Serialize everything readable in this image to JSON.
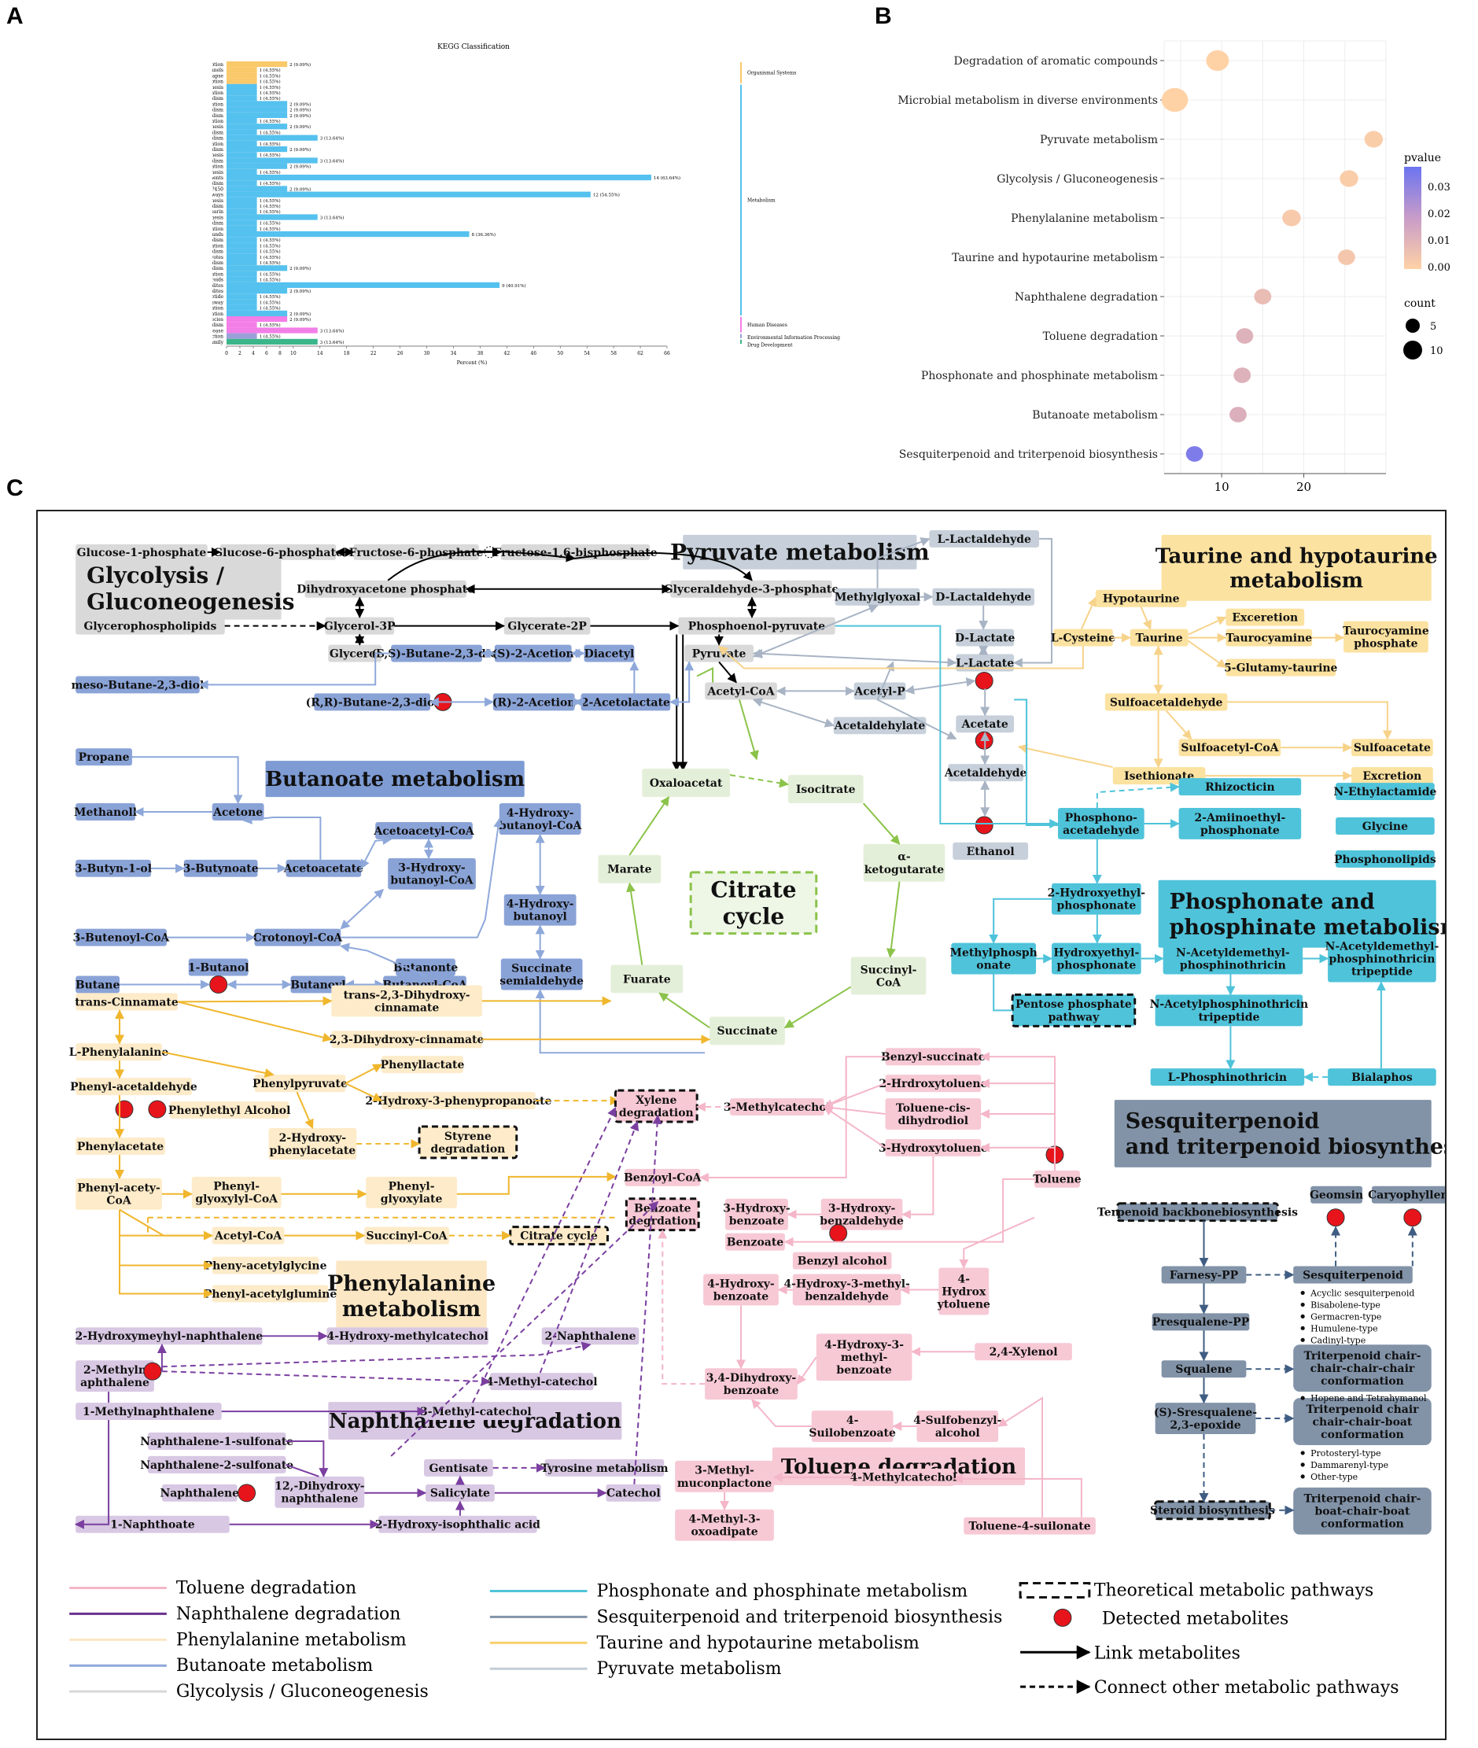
{
  "panels": {
    "a": "A",
    "b": "B",
    "c": "C"
  },
  "chart_data": [
    {
      "type": "bar",
      "orientation": "horizontal",
      "title": "KEGG Classification",
      "xlabel": "Percent (%)",
      "xticks": [
        "0",
        "2",
        "4",
        "6",
        "8",
        "10",
        "14",
        "18",
        "22",
        "26",
        "30",
        "34",
        "38",
        "42",
        "46",
        "50",
        "54",
        "58",
        "62",
        "66"
      ],
      "groups": [
        {
          "name": "Organismal Systems",
          "color": "#F9C96A"
        },
        {
          "name": "Metabolism",
          "color": "#55C1EE"
        },
        {
          "name": "Human Diseases",
          "color": "#F27EE8"
        },
        {
          "name": "Environmental Information Processing",
          "color": "#9AA0D8"
        },
        {
          "name": "Drug Development",
          "color": "#3BB58A"
        }
      ],
      "categories": [
        "Protein digestion and absorption",
        "Inflammatory mediator regulation of TRP channels",
        "Cholinergic synapse",
        "Carbohydrate digestion and absorption",
        "Zeatin biosynthesis",
        "Xylene degradation",
        "Tryptophan metabolism",
        "Toluene degradation",
        "Taurine and hypotaurine metabolism",
        "Sulfur metabolism",
        "Styrene degradation",
        "Sesquiterpenoid and triterpenoid biosynthesis",
        "Riboflavin metabolism",
        "Pyruvate metabolism",
        "Pinene, camphor and geraniol degradation",
        "Phosphonate and phosphinate metabolism",
        "Phenylpropanoid biosynthesis",
        "Phenylalanine metabolism",
        "Naphthalene degradation",
        "Monoterpenoid biosynthesis",
        "Microbial metabolism in diverse environments",
        "Methane metabolism",
        "Metabolism of xenobiotics by cytochrome P450",
        "Metabolic pathways",
        "Indole alkaloid biosynthesis",
        "Glyoxylate and dicarboxylate metabolism",
        "Glycosaminoglycan biosynthesis - heparan sulfate / heparin",
        "Glycolysis / Gluconeogenesis",
        "Glycerophospholipid metabolism",
        "Dioxin degradation",
        "Degradation of aromatic compounds",
        "D-Amino acid metabolism",
        "Chloroalkane and chloroalkene degradation",
        "Carbon metabolism",
        "Carbon fixation pathways in prokaryotes",
        "C5-Branched dibasic acid metabolism",
        "Butanoate metabolism",
        "Bisphenol degradation",
        "Biosynthesis of terpenoids and steroids",
        "Biosynthesis of secondary metabolites",
        "Biosynthesis of plant secondary metabolites",
        "Biosynthesis of alkaloids derived from terpenoid and polyketide",
        "Biosynthesis of alkaloids derived from shikimate pathway",
        "Benzoate degradation",
        "Aminobenzoate degradation",
        "Chemical carcinogenesis - reactive oxygen species",
        "Alcoholism",
        "Alcoholic liver disease",
        "Neuroactive ligand-receptor interaction",
        "Naphthalene family"
      ],
      "values": [
        9.09,
        4.55,
        4.55,
        4.55,
        4.55,
        4.55,
        4.55,
        9.09,
        9.09,
        9.09,
        4.55,
        9.09,
        4.55,
        13.64,
        4.55,
        9.09,
        4.55,
        13.64,
        9.09,
        4.55,
        63.64,
        4.55,
        9.09,
        54.55,
        4.55,
        4.55,
        4.55,
        13.64,
        4.55,
        4.55,
        36.36,
        4.55,
        4.55,
        4.55,
        4.55,
        4.55,
        9.09,
        4.55,
        4.55,
        40.91,
        9.09,
        4.55,
        4.55,
        4.55,
        9.09,
        9.09,
        4.55,
        13.64,
        4.55,
        13.64
      ],
      "labels": [
        "2 (9.09%)",
        "1 (4.55%)",
        "1 (4.55%)",
        "1 (4.55%)",
        "1 (4.55%)",
        "1 (4.55%)",
        "1 (4.55%)",
        "2 (9.09%)",
        "2 (9.09%)",
        "2 (9.09%)",
        "1 (4.55%)",
        "2 (9.09%)",
        "1 (4.55%)",
        "3 (13.64%)",
        "1 (4.55%)",
        "2 (9.09%)",
        "1 (4.55%)",
        "3 (13.64%)",
        "2 (9.09%)",
        "1 (4.55%)",
        "14 (63.64%)",
        "1 (4.55%)",
        "2 (9.09%)",
        "12 (54.55%)",
        "1 (4.55%)",
        "1 (4.55%)",
        "1 (4.55%)",
        "3 (13.64%)",
        "1 (4.55%)",
        "1 (4.55%)",
        "8 (36.36%)",
        "1 (4.55%)",
        "1 (4.55%)",
        "1 (4.55%)",
        "1 (4.55%)",
        "1 (4.55%)",
        "2 (9.09%)",
        "1 (4.55%)",
        "1 (4.55%)",
        "9 (40.91%)",
        "2 (9.09%)",
        "1 (4.55%)",
        "1 (4.55%)",
        "1 (4.55%)",
        "2 (9.09%)",
        "2 (9.09%)",
        "1 (4.55%)",
        "3 (13.64%)",
        "1 (4.55%)",
        "3 (13.64%)"
      ],
      "group_index": [
        0,
        0,
        0,
        0,
        1,
        1,
        1,
        1,
        1,
        1,
        1,
        1,
        1,
        1,
        1,
        1,
        1,
        1,
        1,
        1,
        1,
        1,
        1,
        1,
        1,
        1,
        1,
        1,
        1,
        1,
        1,
        1,
        1,
        1,
        1,
        1,
        1,
        1,
        1,
        1,
        1,
        1,
        1,
        1,
        1,
        2,
        2,
        2,
        3,
        4
      ],
      "xlim": [
        0,
        66
      ]
    },
    {
      "type": "scatter",
      "categories": [
        "Degradation of aromatic compounds",
        "Microbial metabolism in diverse environments",
        "Pyruvate metabolism",
        "Glycolysis / Gluconeogenesis",
        "Phenylalanine metabolism",
        "Taurine and hypotaurine metabolism",
        "Naphthalene degradation",
        "Toluene degradation",
        "Phosphonate and phosphinate metabolism",
        "Butanoate metabolism",
        "Sesquiterpenoid and triterpenoid biosynthesis"
      ],
      "x": [
        9.5,
        4.3,
        28.5,
        25.5,
        18.5,
        25.2,
        15.0,
        12.8,
        12.5,
        12.0,
        6.7
      ],
      "count": [
        8,
        14,
        3,
        3,
        3,
        2,
        2,
        2,
        2,
        2,
        2
      ],
      "pvalue": [
        0.0,
        0.0,
        0.002,
        0.002,
        0.003,
        0.004,
        0.008,
        0.012,
        0.012,
        0.013,
        0.036
      ],
      "xticks": [
        "10",
        "20"
      ],
      "xlim": [
        3,
        30
      ],
      "legend": {
        "color_title": "pvalue",
        "color_ticks": [
          "0.03",
          "0.02",
          "0.01",
          "0.00"
        ],
        "size_title": "count",
        "size_ticks": [
          "5",
          "10"
        ],
        "color_low": "#FFD2A6",
        "color_high": "#6C74F0"
      }
    }
  ],
  "diagram": {
    "titles": {
      "glycolysis": [
        "Glycolysis /",
        "Gluconeogenesis"
      ],
      "pyruvate": "Pyruvate metabolism",
      "taurine": [
        "Taurine and hypotaurine",
        "metabolism"
      ],
      "butanoate": "Butanoate metabolism",
      "citrate": [
        "Citrate",
        "cycle"
      ],
      "phosphonate": [
        "Phosphonate and",
        "phosphinate metabolism"
      ],
      "sesqui": [
        "Sesquiterpenoid",
        "and triterpenoid biosynthesis"
      ],
      "phenylalanine": [
        "Phenylalanine",
        "metabolism"
      ],
      "naphthalene": "Naphthalene degradation",
      "toluene": "Toluene degradation"
    },
    "nodes": {
      "g1p": "Glucose-1-phosphate",
      "g6p": "Glucose-6-phosphate",
      "f6p": "Fructose-6-phosphate",
      "f16bp": "Fructose-1,6-bisphosphate",
      "dhap": "Dihydroxyacetone phosphate",
      "g3p": "Glyceraldehyde-3-phosphate",
      "gpl": "Glycerophospholipids",
      "gly3p": "Glycerol-3P",
      "glyc2p": "Glycerate-2P",
      "pep": "Phosphoenol-pyruvate",
      "glycerol": "Glycerol",
      "ssbut": "(S,S)-Butane-2,3-diol",
      "sacet": "(S)-2-Acetion",
      "diacetyl": "Diacetyl",
      "pyruvate": "Pyruvate",
      "meso": "meso-Butane-2,3-diol",
      "rrbut": "(R,R)-Butane-2,3-diol",
      "racet": "(R)-2-Acetion",
      "acetolact": "2-Acetolactate",
      "acetylcoa": "Acetyl-CoA",
      "acetylp": "Acetyl-P",
      "acetaldehylate": "Acetaldehylate",
      "methylglyoxal": "Methylglyoxal",
      "llactald": "L-Lactaldehyde",
      "dlactald": "D-Lactaldehyde",
      "dlact": "D-Lactate",
      "llact": "L-Lactate",
      "acetate": "Acetate",
      "acetaldehyde": "Acetaldehyde",
      "ethanol": "Ethanol",
      "hypotaurine": "Hypotaurine",
      "lcys": "L-Cysteine",
      "taurine": "Taurine",
      "excretion1": "Exceretion",
      "taurocyamine": "Taurocyamine",
      "taurocyaminep": [
        "Taurocyamine",
        "phosphate"
      ],
      "glutamyl": "5-Glutamy-taurine",
      "sulfoacetald": "Sulfoacetaldehyde",
      "sulfoacetylcoa": "Sulfoacetyl-CoA",
      "sulfoacetate": "Sulfoacetate",
      "isethionate": "Isethionate",
      "excretion2": "Excretion",
      "propane": "Propane",
      "methanol": "Methanoll",
      "acetone": "Acetone",
      "acetoacetylcoa": "Acetoacetyl-CoA",
      "butyn": "3-Butyn-1-ol",
      "butynoate": "3-Butynoate",
      "acetoacetate": "Acetoacetate",
      "hbcoa3": [
        "3-Hydroxy-",
        "butanoyl-CoA"
      ],
      "hbcoa4": [
        "4-Hydroxy-",
        "butanoyl-CoA"
      ],
      "hb4": [
        "4-Hydroxy-",
        "butanoyl"
      ],
      "butenoyl": "3-Butenoyl-CoA",
      "crotonoyl": "Crotonoyl-CoA",
      "butanonte": "Butanonte",
      "butanol": "1-Butanol",
      "butane": "Butane",
      "butanoyl": "Butanoyl",
      "butanoylcoa": "Butanoyl-CoA",
      "succsemi": [
        "Succinate",
        "semialdehyde"
      ],
      "oxaloacetat": "Oxaloacetat",
      "isocitrate": "Isocitrate",
      "marate": "Marate",
      "akg": [
        "α-",
        "ketogutarate"
      ],
      "fuarate": "Fuarate",
      "succinylcoa": [
        "Succinyl-",
        "CoA"
      ],
      "succinate": "Succinate",
      "phosphonoacet": [
        "Phosphono-",
        "acetadehyde"
      ],
      "rhizocticin": "Rhizocticin",
      "amino": [
        "2-Amiinoethyl-",
        "phosphonate"
      ],
      "nethyl": "N-Ethylactamide",
      "glycine": "Glycine",
      "phospholipids": "Phosphonolipids",
      "hydroxyethylp2": [
        "2-Hydroxyethyl-",
        "phosphonate"
      ],
      "methylphosph": [
        "Methylphosph",
        "onate"
      ],
      "hydroxyethylp": [
        "Hydroxyethyl-",
        "phosphonate"
      ],
      "nacetyldem": [
        "N-Acetyldemethyl-",
        "phosphinothricin"
      ],
      "nacetyldemtri": [
        "N-Acetyldemethyl-",
        "phosphinothricin",
        "tripeptide"
      ],
      "pentose": [
        "Pentose phosphate",
        "pathway"
      ],
      "nacetyltri": [
        "N-Acetylphosphinothricin",
        "tripeptide"
      ],
      "lphos": "L-Phosphinothricin",
      "bialaphos": "Bialaphos",
      "transcinn": "trans-Cinnamate",
      "trans23": [
        "trans-2,3-Dihydroxy-",
        "cinnamate"
      ],
      "cinn23": "2,3-Dihydroxy-cinnamate",
      "lphe": "L-Phenylalanine",
      "phenylpyruvate": "Phenylpyruvate",
      "phenyllactate": "Phenyllactate",
      "phenylacetald": "Phenyl-acetaldehyde",
      "hpp": "2-Hydroxy-3-phenypropanoate",
      "phenylethyl": "Phenylethyl Alcohol",
      "phenylacetate": "Phenylacetate",
      "hpa": [
        "2-Hydroxy-",
        "phenylacetate"
      ],
      "styrene": [
        "Styrene",
        "degradation"
      ],
      "phenylacetylcoa": [
        "Phenyl-acety-",
        "CoA"
      ],
      "phenylglyoxylylcoa": [
        "Phenyl-",
        "glyoxylyl-CoA"
      ],
      "phenylglyoxylate": [
        "Phenyl-",
        "glyoxylate"
      ],
      "benzoylcoa": "Benzoyl-CoA",
      "acetylcoa2": "Acetyl-CoA",
      "succinylcoa2": "Succinyl-CoA",
      "citratecycle": "Citrate cycle",
      "pheacetylgly": "Pheny-acetylglycine",
      "pheacetylglu": "Phenyl-acetylglumine",
      "xylene": [
        "Xylene",
        "degradation"
      ],
      "methylcatechol3": "3-Methylcatechol",
      "benzylsucc": "Benzyl-succinate",
      "hydroxytol2": "2-Hrdroxytoluene",
      "tolcis": [
        "Toluene-cis-",
        "dihydrodiol"
      ],
      "hydroxytol3": "3-Hydroxytoluene",
      "toluene": "Toluene",
      "benzoatedeg": [
        "Benzoate",
        "degrdation"
      ],
      "hb3": [
        "3-Hydroxy-",
        "benzoate"
      ],
      "hbald3": [
        "3-Hydroxy-",
        "benzaldehyde"
      ],
      "benzoate": "Benzoate",
      "benzylalc": "Benzyl alcohol",
      "hb4b": [
        "4-Hydroxy-",
        "benzoate"
      ],
      "hmb": [
        "4-Hydroxy-3-methyl-",
        "benzaldehyde"
      ],
      "hydroxytol4": [
        "4-",
        "Hydrox",
        "ytoluene"
      ],
      "hmbz": [
        "4-Hydroxy-3-",
        "methyl-",
        "benzoate"
      ],
      "xylenol": "2,4-Xylenol",
      "dhb": [
        "3,4-Dihydroxy-",
        "benzoate"
      ],
      "sulfobenz": [
        "4-",
        "Suilobenzoate"
      ],
      "sulfobenzalc": [
        "4-Sulfobenzyl-",
        "alcohol"
      ],
      "mml": [
        "3-Methyl-",
        "muconplactone"
      ],
      "methylcatechol4": "4-Methylcatechol",
      "moa": [
        "4-Methyl-3-",
        "oxoadipate"
      ],
      "tolsulf": "Toluene-4-suilonate",
      "hmnaph": "2-Hydroxymeyhyl-naphthalene",
      "hmcat": "4-Hydroxy-methylcatechol",
      "naph2": "2-Naphthalene",
      "mnaph2": [
        "2-Methyln",
        "aphthalene"
      ],
      "mcat4": "4-Methyl-catechol",
      "mnaph1": "1-Methylnaphthalene",
      "mcat3": "3-Methyl-catechol",
      "n1s": "Naphthalene-1-sulfonate",
      "n2s": "Naphthalene-2-sulfonate",
      "gentisate": "Gentisate",
      "tyrosine": "Tyrosine metabolism",
      "naphthalene": "Naphthalene",
      "dhn": [
        "12,-Dihydroxy-",
        "naphthalene"
      ],
      "salicylate": "Salicylate",
      "catechol": "Catechol",
      "naphthoate": "1-Naphthoate",
      "hia": "2-Hydroxy-isophthalic acid",
      "terpbb": "Terpenoid backbonebiosynthesis",
      "geomsin": "Geomsin",
      "caryo": "Caryophyllene",
      "farnesy": "Farnesy-PP",
      "sesquiterpenoid": "Sesquiterpenoid",
      "presq": "Presqualene-PP",
      "squalene": "Squalene",
      "tcc": [
        "Triterpenoid chair-",
        "chair-chair-chair",
        "conformation"
      ],
      "sse": [
        "(S)-Sresqualene-",
        "2,3-epoxide"
      ],
      "tcb": [
        "Triterpenoid chair",
        "chair-chair-boat",
        "conformation"
      ],
      "steroid": "Steroid biosynthesis",
      "tbb": [
        "Triterpenoid chair-",
        "boat-chair-boat",
        "conformation"
      ]
    },
    "bullets": {
      "sesq": [
        "Acyclic sesquiterpenoid",
        "Bisabolene-type",
        "Germacren-type",
        "Humulene-type",
        "Cadinyl-type"
      ],
      "tcc": [
        "Hopene and Tetrahymanol"
      ],
      "tcb": [
        "Protosteryl-type",
        "Dammarenyl-type",
        "Other-type"
      ]
    },
    "legend": {
      "left": [
        {
          "label": "Toluene degradation",
          "color": "#F4B6C8"
        },
        {
          "label": "Naphthalene degradation",
          "color": "#6A2F8F"
        },
        {
          "label": "Phenylalanine metabolism",
          "color": "#FCE7C4"
        },
        {
          "label": "Butanoate metabolism",
          "color": "#8EA8DA"
        },
        {
          "label": "Glycolysis / Gluconeogenesis",
          "color": "#D8D8D8"
        }
      ],
      "mid": [
        {
          "label": "Phosphonate and phosphinate metabolism",
          "color": "#4FC3DA"
        },
        {
          "label": "Sesquiterpenoid and triterpenoid biosynthesis",
          "color": "#8293A8"
        },
        {
          "label": "Taurine and hypotaurine metabolism",
          "color": "#F8CE6A"
        },
        {
          "label": "Pyruvate metabolism",
          "color": "#C3CCD6"
        }
      ],
      "right": {
        "theoretical": "Theoretical metabolic pathways",
        "detected": "Detected metabolites",
        "link": "Link metabolites",
        "connect": "Connect other metabolic pathways"
      }
    }
  }
}
